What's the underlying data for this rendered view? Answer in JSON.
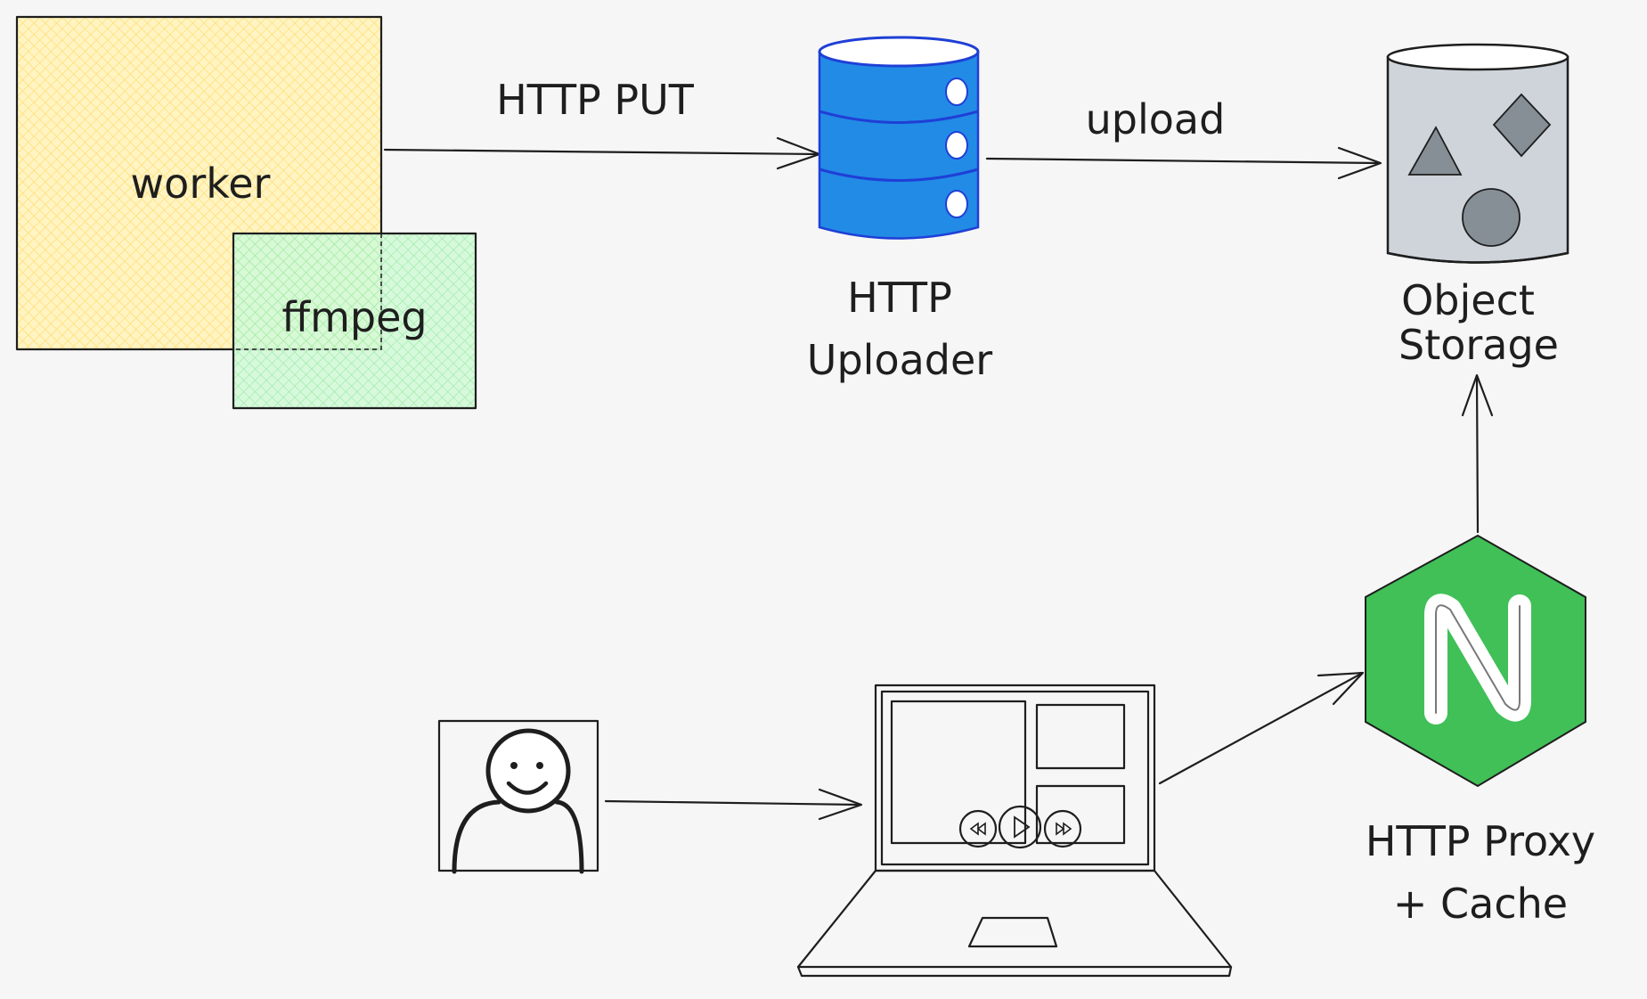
{
  "nodes": {
    "worker": {
      "label": "worker"
    },
    "ffmpeg": {
      "label": "ffmpeg"
    },
    "uploader": {
      "label_line1": "HTTP",
      "label_line2": "Uploader"
    },
    "storage": {
      "label_line1": "Object",
      "label_line2": "Storage"
    },
    "proxy": {
      "label_line1": "HTTP Proxy",
      "label_line2": "+ Cache",
      "logo_letter": "N"
    }
  },
  "edges": {
    "worker_to_uploader": {
      "label": "HTTP PUT"
    },
    "uploader_to_storage": {
      "label": "upload"
    }
  },
  "colors": {
    "background": "#f6f6f6",
    "worker_fill": "#ffec99",
    "ffmpeg_fill": "#b2f2bb",
    "uploader_fill": "#228be6",
    "uploader_stroke": "#1f3fd6",
    "storage_fill": "#ced4da",
    "storage_shapes": "#868e96",
    "proxy_fill": "#40c057",
    "ink": "#1e1e1e"
  },
  "icons": {
    "user": "smiley-user-icon",
    "laptop": "laptop-video-player-icon",
    "database": "database-icon",
    "bucket": "bucket-icon",
    "proxy": "nginx-hexagon-icon"
  }
}
